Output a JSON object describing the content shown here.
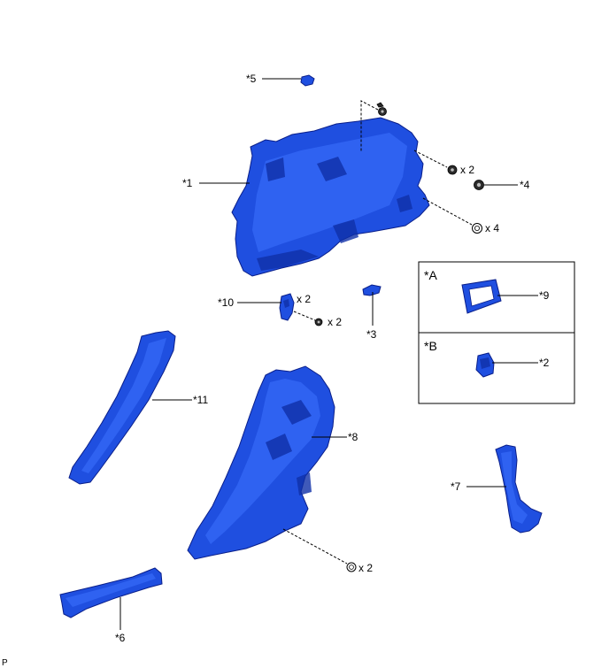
{
  "callouts": {
    "c1": "*1",
    "c2": "*2",
    "c3": "*3",
    "c4": "*4",
    "c5": "*5",
    "c6": "*6",
    "c7": "*7",
    "c8": "*8",
    "c9": "*9",
    "c10": "*10",
    "c11": "*11"
  },
  "quantities": {
    "q_bolt_top": "x 2",
    "q_clip_4": "x 4",
    "q_bracket_10": "x 2",
    "q_bolt_10": "x 2",
    "q_clip_bottom": "x 2"
  },
  "legend": {
    "a_title": "*A",
    "b_title": "*B"
  },
  "footer": {
    "code": "P"
  },
  "colors": {
    "part_fill": "#1f4fe0",
    "part_edge": "#0a1f8a"
  }
}
